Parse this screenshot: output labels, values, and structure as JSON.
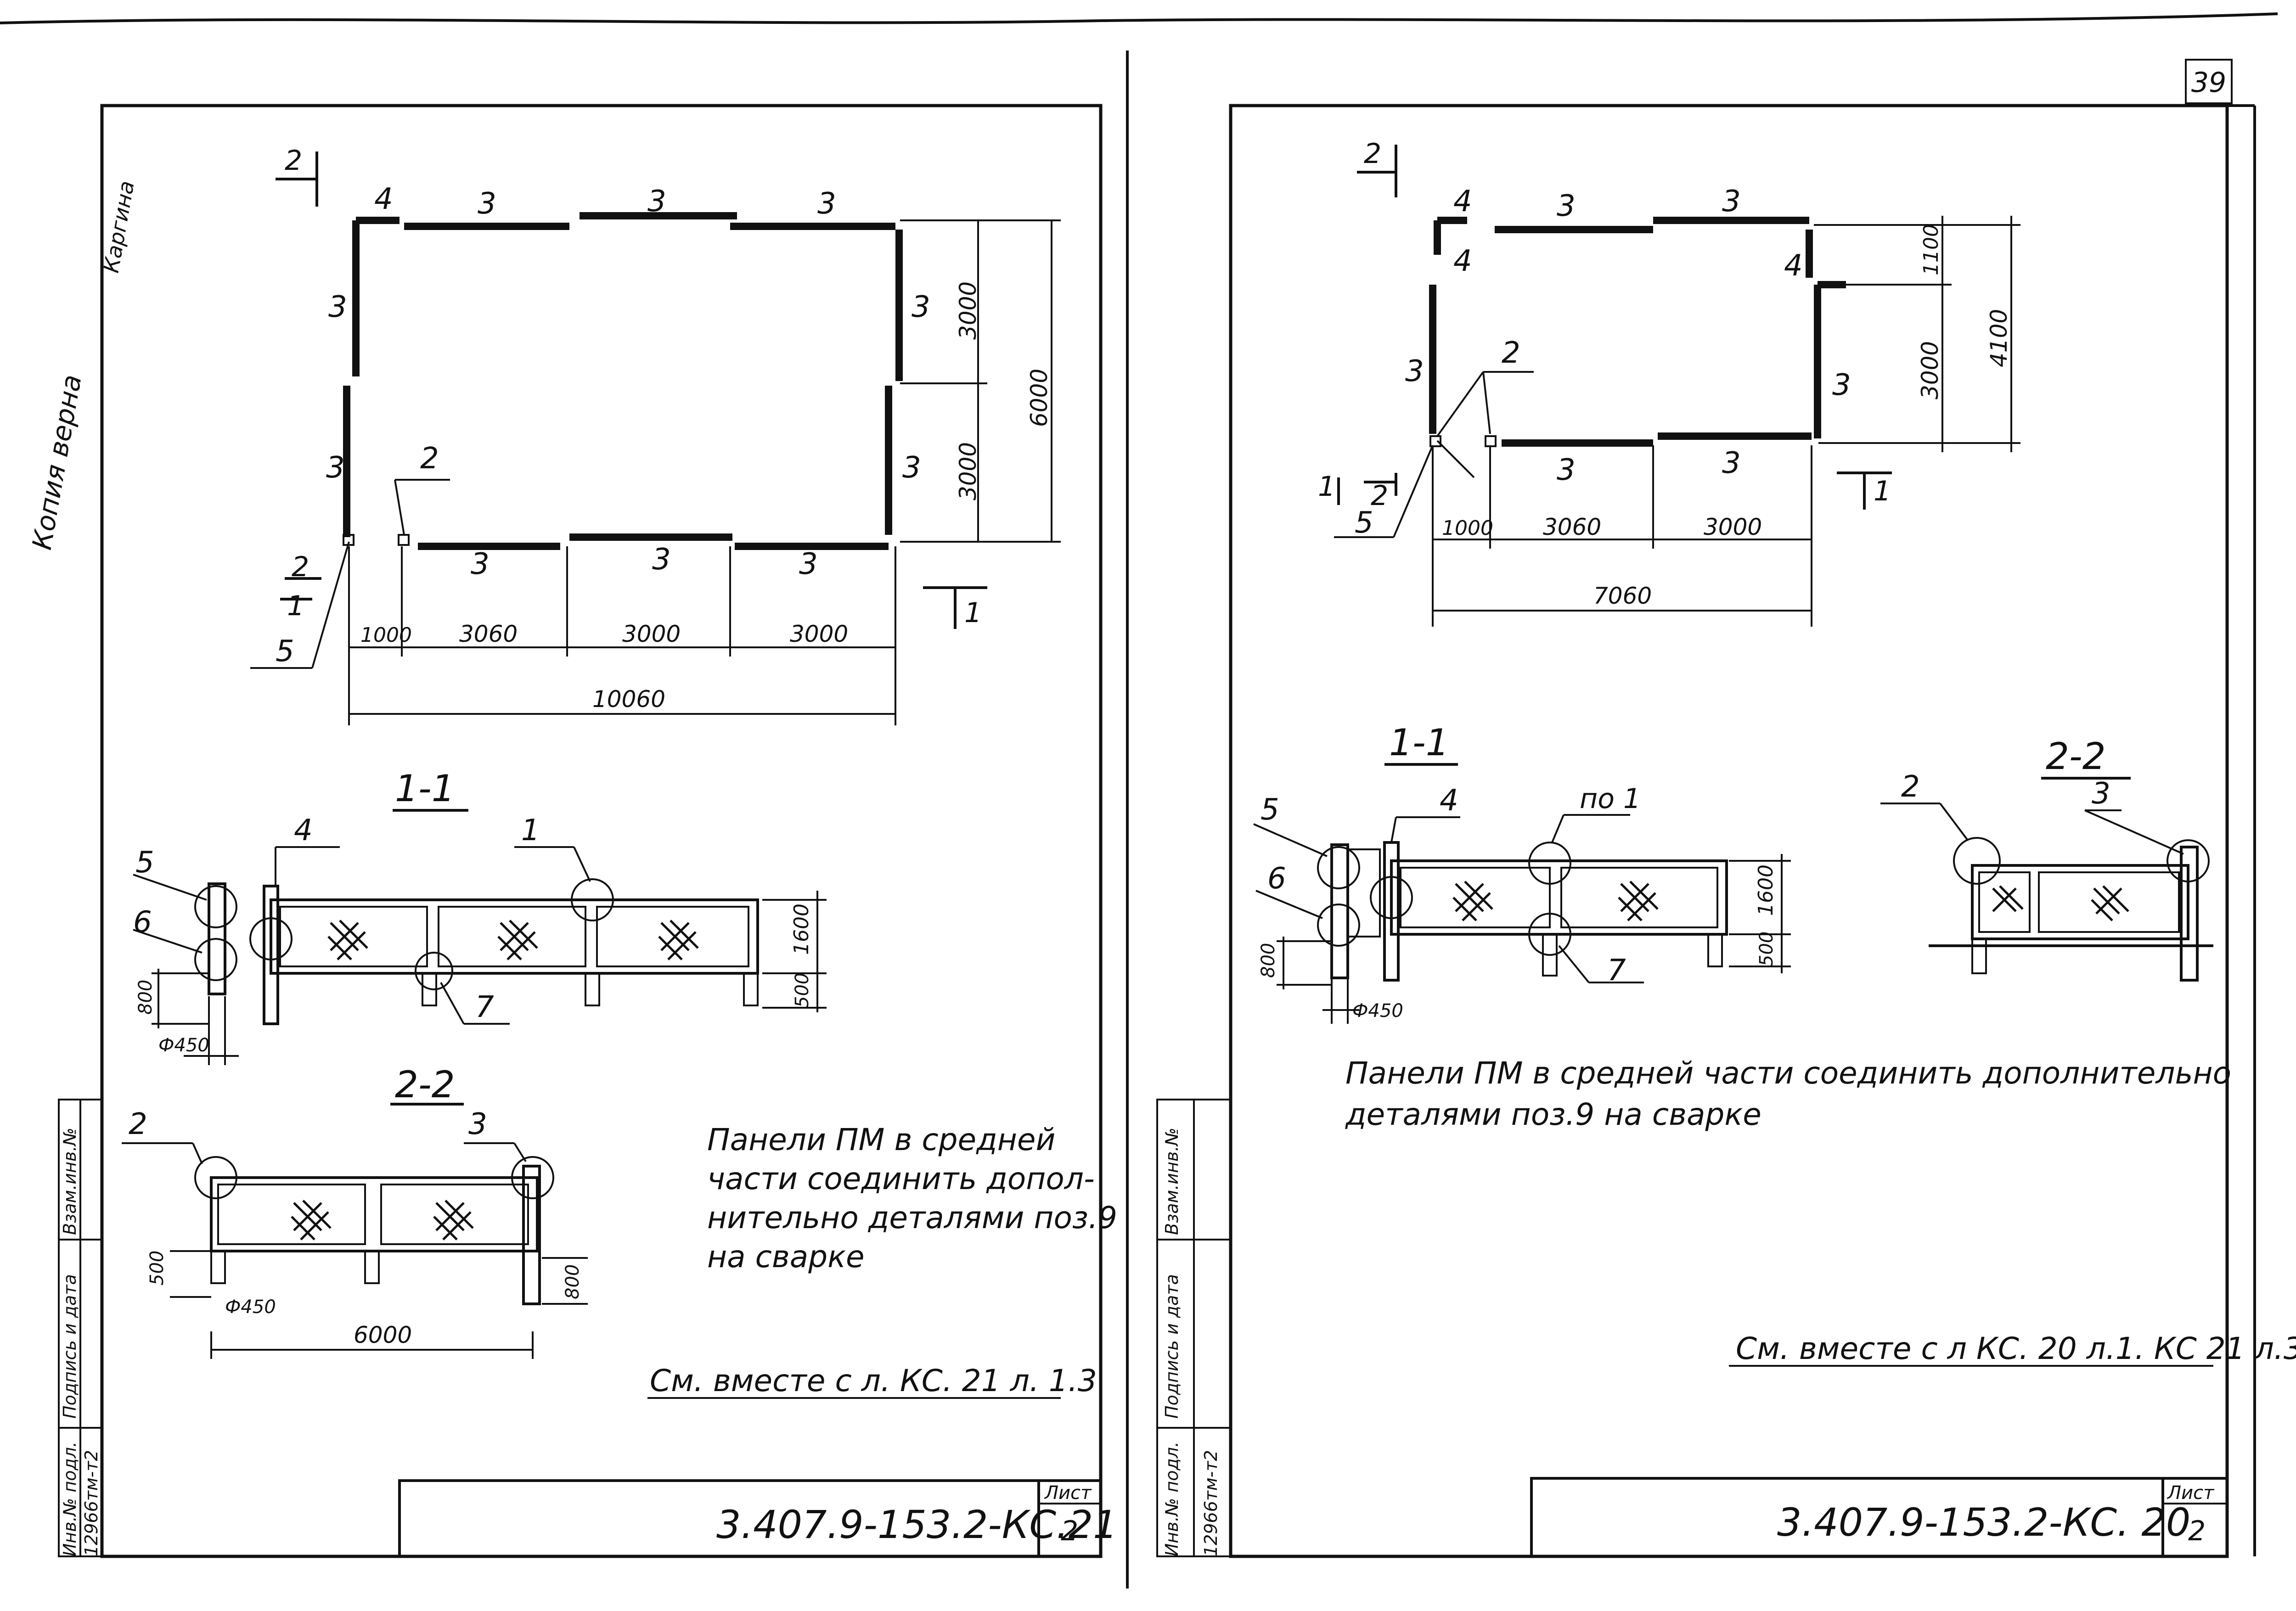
{
  "page_number": "39",
  "margin_note": [
    "Копия верна",
    "Каргина"
  ],
  "left_sheet": {
    "plan": {
      "panel_labels": [
        "3",
        "3",
        "3",
        "3",
        "3",
        "3",
        "3",
        "3",
        "3",
        "3"
      ],
      "corner_label": "4",
      "callout_2": "2",
      "callout_5": "5",
      "section_1_top": "1",
      "section_1_bottom": "1",
      "section_2_top": "2",
      "section_2_bottom": "2",
      "dims_bottom": [
        "1000",
        "3060",
        "3000",
        "3000"
      ],
      "dim_total": "10060",
      "dims_right": [
        "3000",
        "3000"
      ],
      "dim_right_total": "6000"
    },
    "section_1_1": {
      "title": "1-1",
      "callouts": [
        "5",
        "6",
        "4",
        "1",
        "7"
      ],
      "dims": [
        "800",
        "500",
        "1600"
      ],
      "diameter": "Ф450"
    },
    "section_2_2": {
      "title": "2-2",
      "callouts": [
        "2",
        "3"
      ],
      "dims": [
        "500",
        "800",
        "6000"
      ],
      "diameter": "Ф450"
    },
    "note": [
      "Панели ПМ в средней",
      "части соединить допол-",
      "нительно деталями поз.9",
      "на сварке"
    ],
    "see_also": "См. вместе с л. КС. 21  л. 1.3",
    "stamp": {
      "code": "3.407.9-153.2-КС.21",
      "sheet_label": "Лист",
      "sheet_no": "2"
    },
    "side_stamp": {
      "inv_orig": "Инв.№ подл.",
      "sign_date": "Подпись и дата",
      "vzam": "Взам.инв.№",
      "inv_no": "12966тм-т2"
    }
  },
  "right_sheet": {
    "plan": {
      "panel_labels": [
        "3",
        "3",
        "3",
        "3",
        "3",
        "3"
      ],
      "corner_labels": [
        "4",
        "4",
        "4"
      ],
      "callout_2": "2",
      "callout_5": "5",
      "section_1_top": "1",
      "section_1_bottom": "1",
      "section_2_top": "2",
      "section_2_bottom": "2",
      "dims_bottom": [
        "1000",
        "3060",
        "3000"
      ],
      "dim_total": "7060",
      "dims_right": [
        "1100",
        "3000"
      ],
      "dim_right_total": "4100"
    },
    "section_1_1": {
      "title": "1-1",
      "callouts": [
        "5",
        "6",
        "4",
        "по 1",
        "7"
      ],
      "dims": [
        "800",
        "500",
        "1600"
      ],
      "diameter": "Ф450"
    },
    "section_2_2": {
      "title": "2-2",
      "callouts": [
        "2",
        "3"
      ]
    },
    "note": [
      "Панели ПМ в средней части соединить дополнительно",
      "деталями поз.9 на сварке"
    ],
    "see_also": "См. вместе с л КС. 20 л.1. КС 21 л.3",
    "stamp": {
      "code": "3.407.9-153.2-КС. 20",
      "sheet_label": "Лист",
      "sheet_no": "2"
    },
    "side_stamp": {
      "inv_orig": "Инв.№ подл.",
      "sign_date": "Подпись и дата",
      "vzam": "Взам.инв.№",
      "inv_no": "12966тм-т2"
    }
  }
}
